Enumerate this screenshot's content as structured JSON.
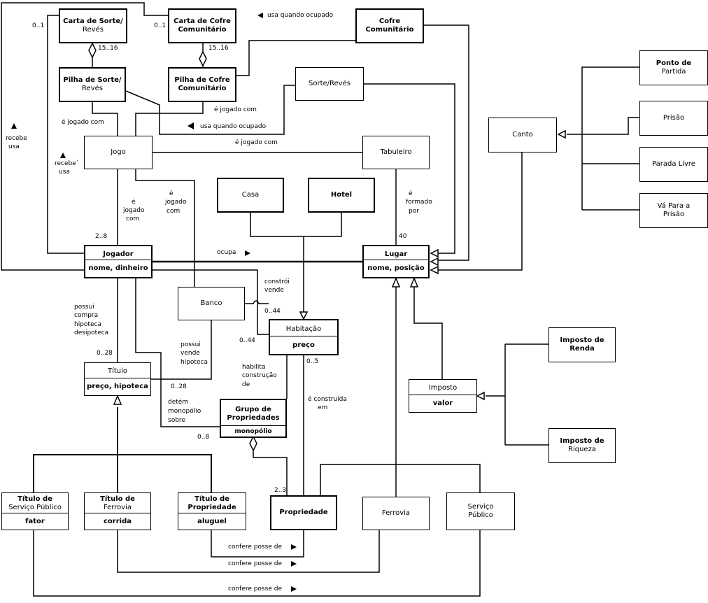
{
  "classes": {
    "carta_sorte": {
      "title_1": "Carta de Sorte/",
      "title_2": "Revés"
    },
    "carta_cofre": {
      "title_1": "Carta de Cofre",
      "title_2": "Comunitário"
    },
    "cofre_comunitario": {
      "title_1": "Cofre",
      "title_2": "Comunitário"
    },
    "pilha_sorte": {
      "title_1": "Pilha de Sorte/",
      "title_2": "Revés"
    },
    "pilha_cofre": {
      "title_1": "Pilha de Cofre",
      "title_2": "Comunitário"
    },
    "sorte_reves": {
      "title": "Sorte/Revés"
    },
    "jogo": {
      "title": "Jogo"
    },
    "tabuleiro": {
      "title": "Tabuleiro"
    },
    "canto": {
      "title": "Canto"
    },
    "ponto_partida": {
      "title_1": "Ponto de",
      "title_2": "Partida"
    },
    "prisao": {
      "title": "Prisão"
    },
    "parada_livre": {
      "title": "Parada Livre"
    },
    "va_prisao": {
      "title_1": "Vá Para a",
      "title_2": "Prisão"
    },
    "casa": {
      "title": "Casa"
    },
    "hotel": {
      "title": "Hotel"
    },
    "jogador": {
      "title": "Jogador",
      "attrs": "nome, dinheiro"
    },
    "lugar": {
      "title": "Lugar",
      "attrs": "nome, posição"
    },
    "banco": {
      "title": "Banco"
    },
    "habitacao": {
      "title": "Habitação",
      "attrs": "preço"
    },
    "titulo": {
      "title": "Título",
      "attrs": "preço, hipoteca"
    },
    "grupo": {
      "title_1": "Grupo de",
      "title_2": "Propriedades",
      "attrs": "monopólio"
    },
    "imposto": {
      "title": "Imposto",
      "attrs": "valor"
    },
    "imposto_renda": {
      "title_1": "Imposto de",
      "title_2": "Renda"
    },
    "imposto_riqueza": {
      "title_1": "Imposto de",
      "title_2": "Riqueza"
    },
    "titulo_servico": {
      "title_1": "Título de",
      "title_2": "Serviço Público",
      "attrs": "fator"
    },
    "titulo_ferrovia": {
      "title_1": "Título de",
      "title_2": "Ferrovia",
      "attrs": "corrida"
    },
    "titulo_propriedade": {
      "title_1": "Título de",
      "title_2": "Propriedade",
      "attrs": "aluguel"
    },
    "propriedade": {
      "title": "Propriedade"
    },
    "ferrovia": {
      "title": "Ferrovia"
    },
    "servico_publico": {
      "title_1": "Serviço",
      "title_2": "Público"
    }
  },
  "labels": {
    "usa_quando_ocupado_top": "usa quando ocupado",
    "usa_quando_ocupado_mid": "usa quando ocupado",
    "mult_15_16_a": "15..16",
    "mult_15_16_b": "15..16",
    "mult_0_1_a": "0..1",
    "mult_0_1_b": "0..1",
    "e_jogado_com_1": "é jogado com",
    "e_jogado_com_2": "é jogado com",
    "e_jogado_com_3": "é jogado com",
    "recebe_1": "recebe",
    "usa_1": "usa",
    "recebe_2": "recebe`",
    "usa_2": "usa",
    "jogador_jogo_1": "é",
    "jogador_jogo_2": "jogado",
    "jogador_jogo_3": "com",
    "banco_jogo_1": "é",
    "banco_jogo_2": "jogado",
    "banco_jogo_3": "com",
    "mult_2_8": "2..8",
    "formado_1": "é",
    "formado_2": "formado",
    "formado_3": "por",
    "mult_40": "40",
    "ocupa": "ocupa",
    "constroi": "constrói",
    "vende": "vende",
    "mult_0_44_a": "0..44",
    "mult_0_44_b": "0..44",
    "possui_1": "possui",
    "possui_2": "compra",
    "possui_3": "hipoteca",
    "possui_4": "desipoteca",
    "mult_0_28_a": "0..28",
    "banco_possui_1": "possui",
    "banco_possui_2": "vende",
    "banco_possui_3": "hipoteca",
    "mult_0_28_b": "0..28",
    "habilita_1": "habilita",
    "habilita_2": "construção",
    "habilita_3": "de",
    "mult_0_5": "0..5",
    "construida_1": "é construída",
    "construida_2": "em",
    "detem_1": "detém",
    "detem_2": "monopólio",
    "detem_3": "sobre",
    "mult_0_8": "0..8",
    "mult_2_3": "2..3",
    "confere_1": "confere posse de",
    "confere_2": "confere posse de",
    "confere_3": "confere posse de"
  }
}
